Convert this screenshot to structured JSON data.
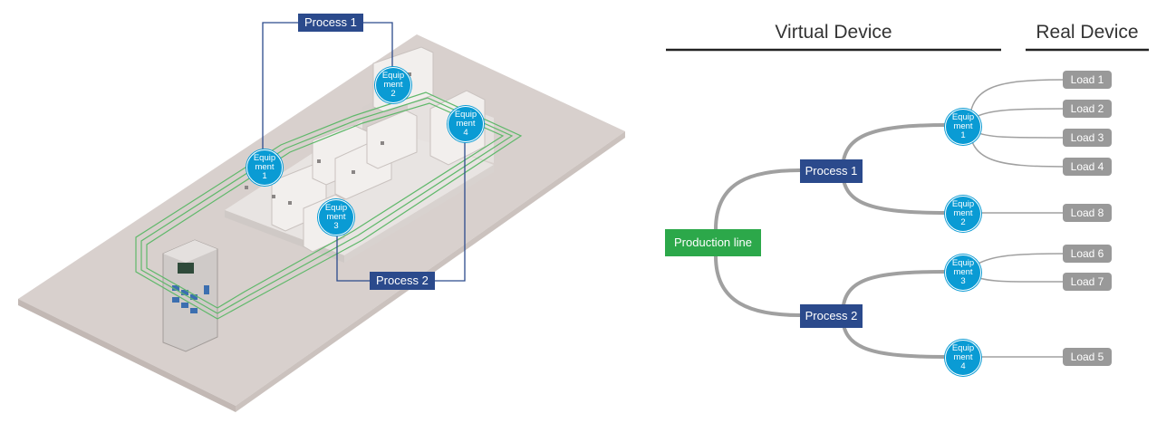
{
  "left_scene": {
    "process_labels": [
      "Process 1",
      "Process 2"
    ],
    "equipment_labels": [
      {
        "line1": "Equip",
        "line2": "ment",
        "num": "1"
      },
      {
        "line1": "Equip",
        "line2": "ment",
        "num": "2"
      },
      {
        "line1": "Equip",
        "line2": "ment",
        "num": "3"
      },
      {
        "line1": "Equip",
        "line2": "ment",
        "num": "4"
      }
    ]
  },
  "tree": {
    "virtual_title": "Virtual Device",
    "real_title": "Real Device",
    "root": "Production line",
    "processes": [
      "Process 1",
      "Process 2"
    ],
    "equipment": [
      {
        "line1": "Equip",
        "line2": "ment",
        "num": "1"
      },
      {
        "line1": "Equip",
        "line2": "ment",
        "num": "2"
      },
      {
        "line1": "Equip",
        "line2": "ment",
        "num": "3"
      },
      {
        "line1": "Equip",
        "line2": "ment",
        "num": "4"
      }
    ],
    "loads": [
      "Load 1",
      "Load 2",
      "Load 3",
      "Load 4",
      "Load 8",
      "Load 6",
      "Load 7",
      "Load 5"
    ]
  },
  "colors": {
    "process": "#2b4a8c",
    "equipment": "#0a9bd4",
    "production": "#2ca84a",
    "load": "#999999",
    "connector": "#a0a0a0",
    "floor": "#d9d2cf"
  }
}
